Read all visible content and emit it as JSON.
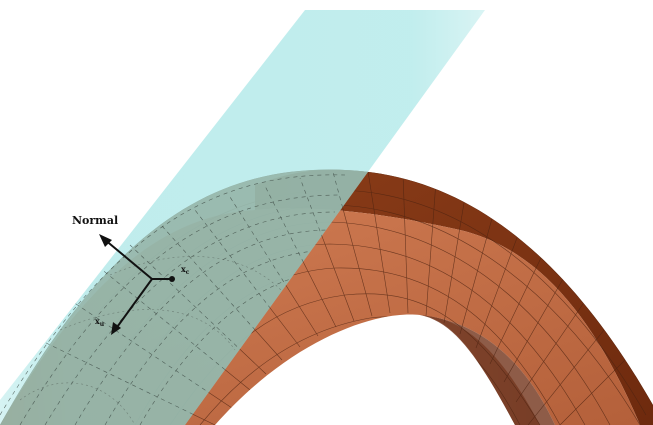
{
  "labels": {
    "normal": "Normal",
    "xc": "x",
    "xc_sub": "c",
    "xu": "x",
    "xu_sub": "u"
  },
  "colors": {
    "surface_front": "#c8714a",
    "surface_back": "#8a3e1c",
    "surface_top": "#7e2f10",
    "plane": "#9fe3e3",
    "overlap": "#9ab7ac",
    "grid_line": "#5a2a14",
    "arrow": "#111111"
  }
}
